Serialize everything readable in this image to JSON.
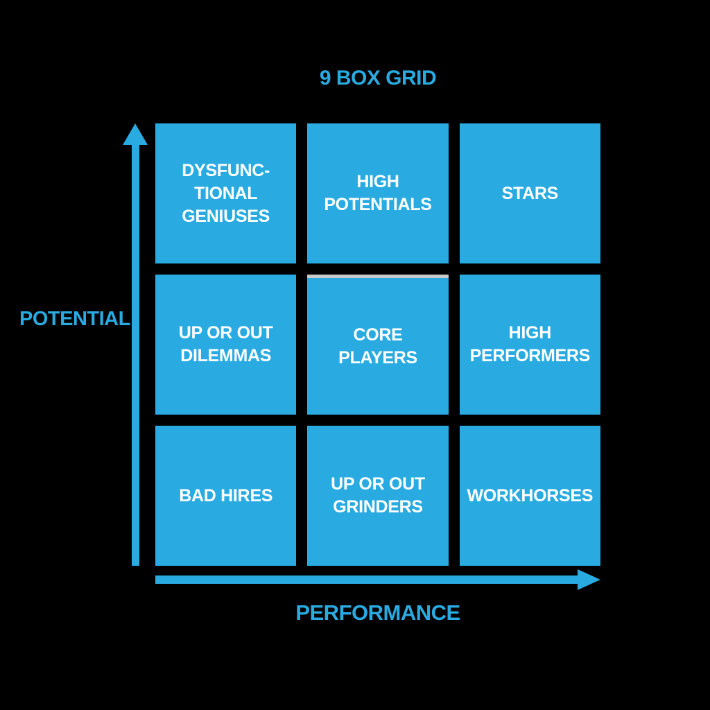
{
  "title": "9 BOX GRID",
  "axes": {
    "y_label": "POTENTIAL",
    "x_label": "PERFORMANCE"
  },
  "grid": {
    "cells": [
      {
        "id": "dysfunctional-geniuses",
        "label": "DYSFUNC-\nTIONAL\nGENIUSES"
      },
      {
        "id": "high-potentials",
        "label": "HIGH\nPOTENTIALS"
      },
      {
        "id": "stars",
        "label": "STARS"
      },
      {
        "id": "up-or-out-dilemmas",
        "label": "UP OR OUT\nDILEMMAS"
      },
      {
        "id": "core-players",
        "label": "CORE PLAYERS"
      },
      {
        "id": "high-performers",
        "label": "HIGH\nPERFORMERS"
      },
      {
        "id": "bad-hires",
        "label": "BAD HIRES"
      },
      {
        "id": "up-or-out-grinders",
        "label": "UP OR OUT\nGRINDERS"
      },
      {
        "id": "workhorses",
        "label": "WORKHORSES"
      }
    ]
  },
  "colors": {
    "accent": "#29ABE2",
    "box_fill": "#29ABE2",
    "box_text": "#FFFFFF",
    "background": "#000000",
    "core_players_top_strip": "#C9C9C9"
  }
}
